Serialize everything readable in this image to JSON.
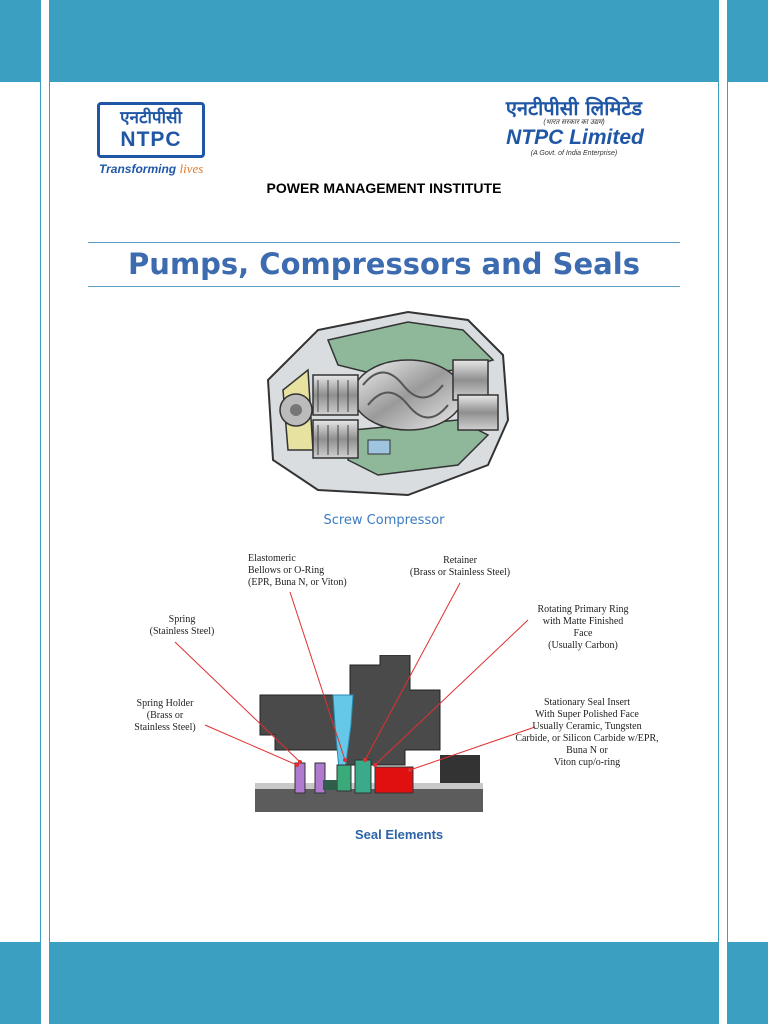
{
  "header": {
    "logo_hindi": "एनटीपीसी",
    "logo_en": "NTPC",
    "tagline_prefix": "Transforming",
    "tagline_suffix": "lives",
    "company_hindi": "एनटीपीसी लिमिटेड",
    "company_hindi_sub": "(भारत सरकार का उद्यम)",
    "company_en": "NTPC Limited",
    "company_govt": "(A Govt. of India Enterprise)"
  },
  "institute": "POWER MANAGEMENT INSTITUTE",
  "title": "Pumps, Compressors and Seals",
  "figure1": {
    "caption": "Screw Compressor"
  },
  "figure2": {
    "caption": "Seal Elements",
    "labels": {
      "elastomeric": [
        "Elastomeric",
        "Bellows or O-Ring",
        "(EPR, Buna N, or Viton)"
      ],
      "retainer": [
        "Retainer",
        "(Brass or Stainless Steel)"
      ],
      "spring": [
        "Spring",
        "(Stainless Steel)"
      ],
      "rotating": [
        "Rotating Primary Ring",
        "with Matte Finished",
        "Face",
        "(Usually Carbon)"
      ],
      "spring_holder": [
        "Spring Holder",
        "(Brass or",
        "Stainless Steel)"
      ],
      "stationary": [
        "Stationary Seal Insert",
        "With Super Polished Face",
        "Usually Ceramic, Tungsten",
        "Carbide, or Silicon Carbide w/EPR,",
        "Buna N or",
        "Viton cup/o-ring"
      ]
    }
  },
  "colors": {
    "band": "#3b9fc1",
    "ntpc_blue": "#1f57a6",
    "title_blue": "#3c6bb0",
    "arrow_red": "#e03030"
  }
}
